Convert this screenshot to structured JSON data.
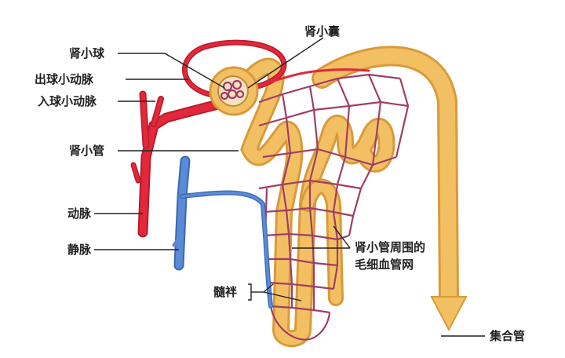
{
  "labels": {
    "glomerulus": "肾小球",
    "efferent_arteriole": "出球小动脉",
    "afferent_arteriole": "入球小动脉",
    "renal_tubule": "肾小管",
    "artery": "动脉",
    "vein": "静脉",
    "bowman_capsule": "肾小囊",
    "peritubular_capillaries_line1": "肾小管周围的",
    "peritubular_capillaries_line2": "毛细血管网",
    "loop_of_henle": "髓袢",
    "collecting_duct": "集合管"
  },
  "colors": {
    "artery": "#e2283a",
    "vein": "#5b8ad6",
    "tubule": "#f2c063",
    "tubule_edge": "#d99a3a",
    "capillary": "#a03d66",
    "leader_line": "#222222"
  }
}
